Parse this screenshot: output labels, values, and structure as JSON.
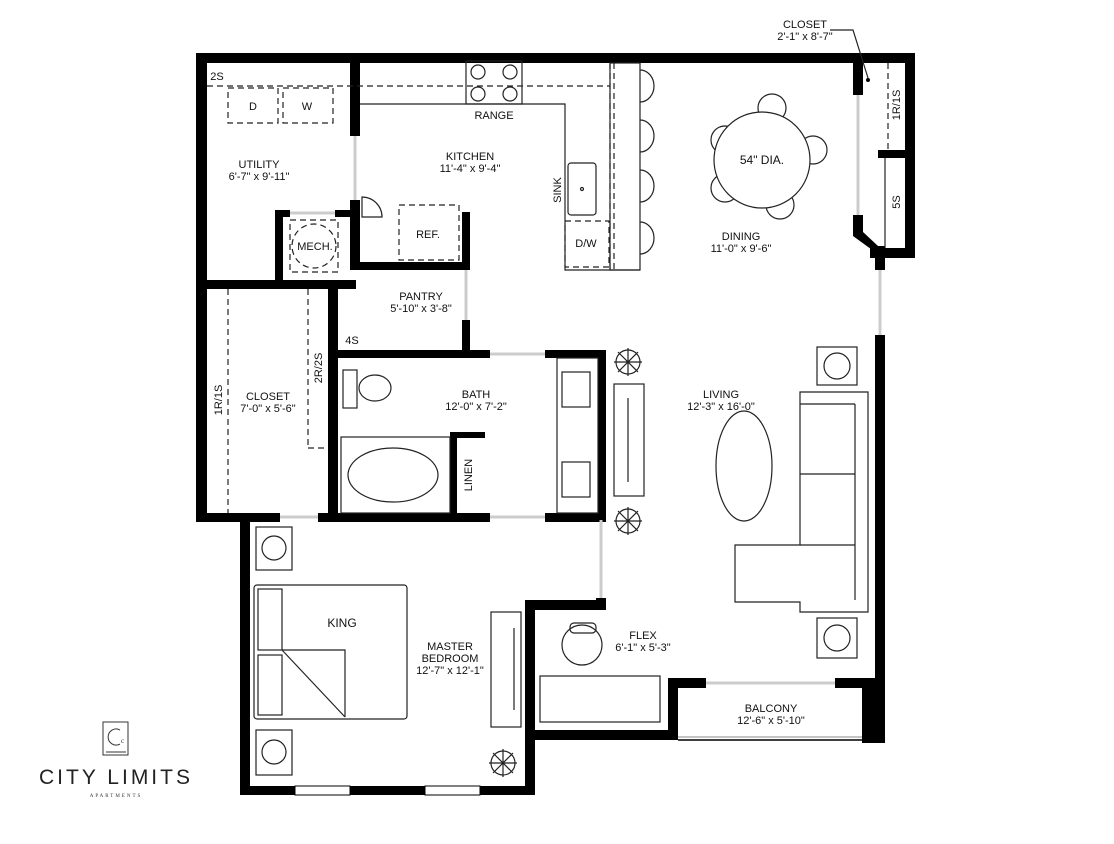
{
  "rooms": {
    "utility": {
      "name": "UTILITY",
      "size": "6'-7\" x 9'-11\""
    },
    "kitchen": {
      "name": "KITCHEN",
      "size": "11'-4\" x 9'-4\""
    },
    "dining": {
      "name": "DINING",
      "size": "11'-0\" x 9'-6\""
    },
    "pantry": {
      "name": "PANTRY",
      "size": "5'-10\" x 3'-8\""
    },
    "closet_left": {
      "name": "CLOSET",
      "size": "7'-0\" x 5'-6\""
    },
    "bath": {
      "name": "BATH",
      "size": "12'-0\" x 7'-2\""
    },
    "living": {
      "name": "LIVING",
      "size": "12'-3\" x 16'-0\""
    },
    "master_bedroom": {
      "name": "MASTER",
      "name2": "BEDROOM",
      "size": "12'-7\" x 12'-1\""
    },
    "flex": {
      "name": "FLEX",
      "size": "6'-1\" x 5'-3\""
    },
    "balcony": {
      "name": "BALCONY",
      "size": "12'-6\" x 5'-10\""
    },
    "closet_dining": {
      "name": "CLOSET",
      "size": "2'-1\" x 8'-7\""
    }
  },
  "fixtures": {
    "range": "RANGE",
    "sink": "SINK",
    "dishwasher": "D/W",
    "refrigerator": "REF.",
    "mechanical": "MECH.",
    "dryer": "D",
    "washer": "W",
    "table": "54\" DIA.",
    "bed": "KING",
    "linen": "LINEN"
  },
  "shelving": {
    "utility": "2S",
    "pantry": "4S",
    "closet_rod": "2R/2S",
    "closet_left": "1R/1S",
    "dining_closet_rod": "1R/1S",
    "dining_closet_shelves": "5S"
  },
  "logo": {
    "name": "CITY LIMITS",
    "subtitle": "APARTMENTS",
    "monogram": "CL"
  }
}
